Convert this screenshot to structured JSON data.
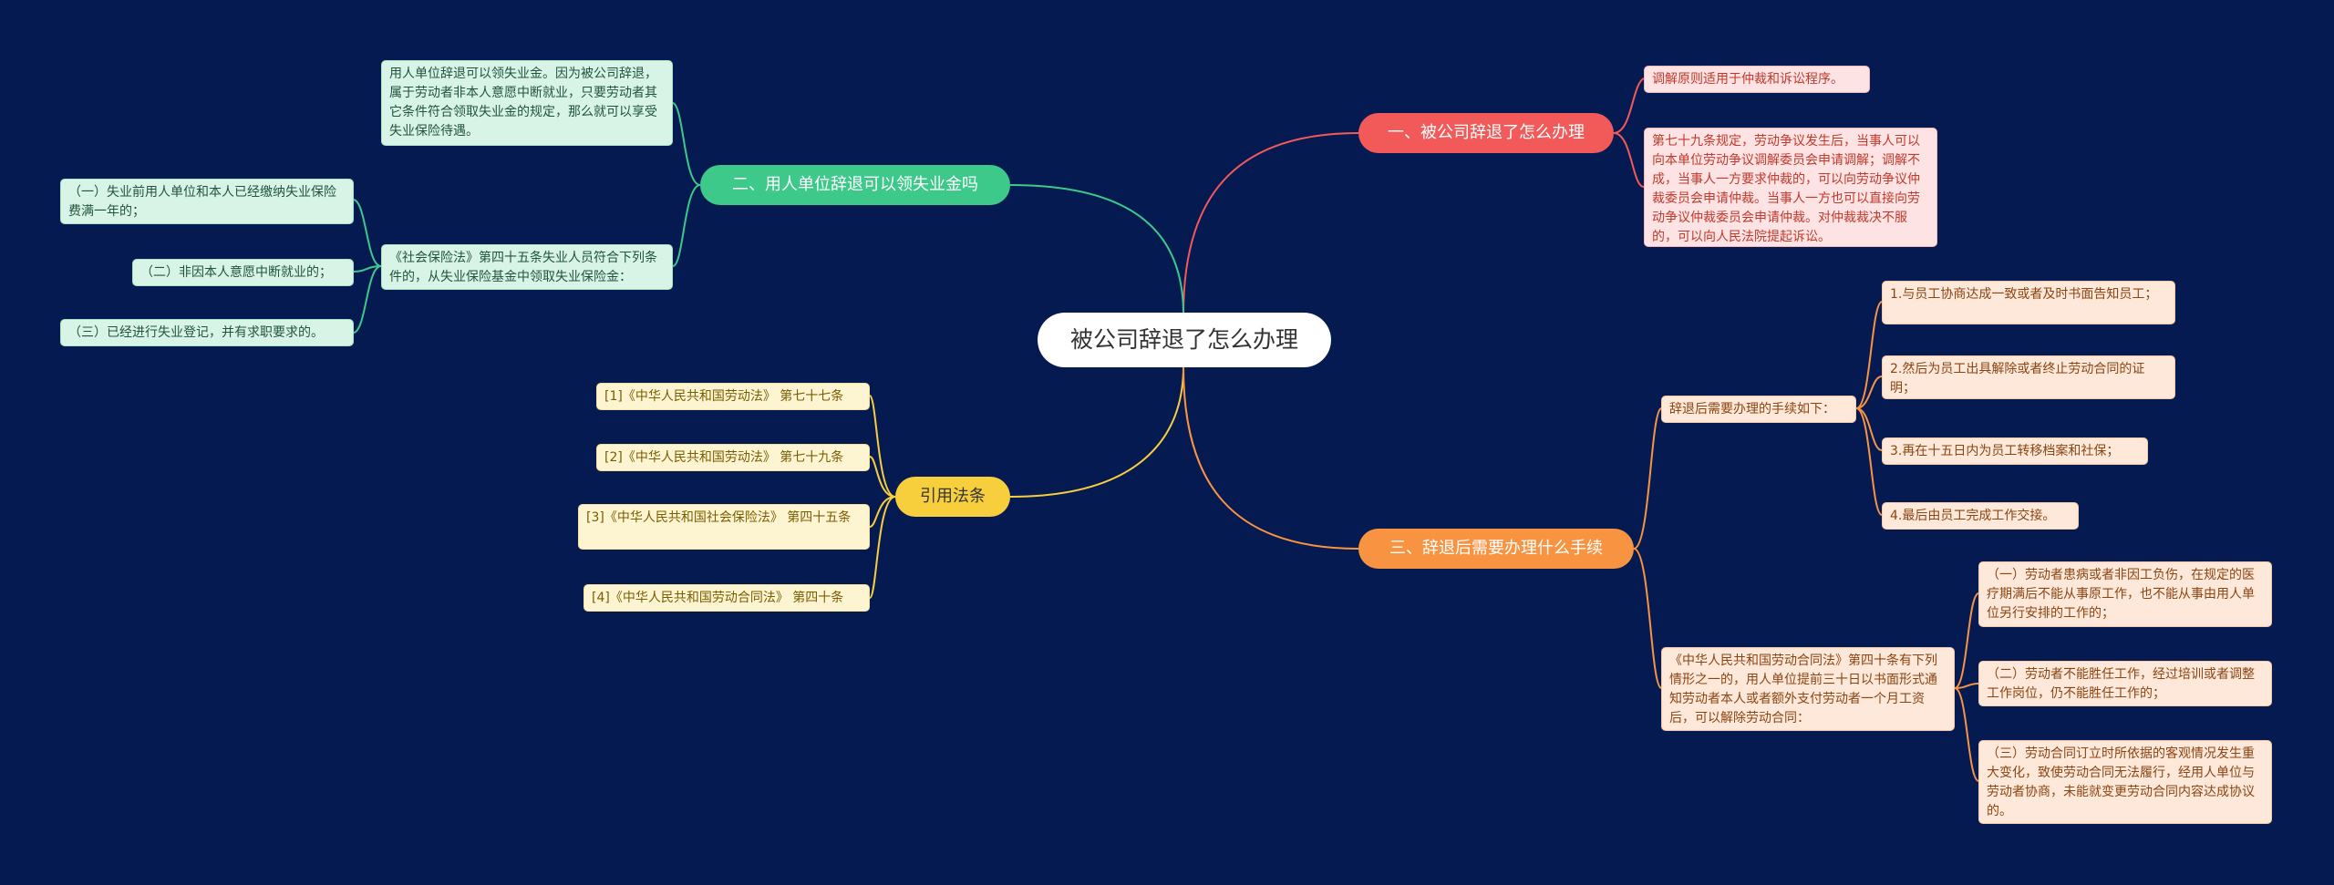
{
  "colors": {
    "background": "#061a52",
    "branch_red": "#f25a5a",
    "branch_green": "#3dc98a",
    "branch_yellow": "#f7cf3c",
    "branch_orange": "#f89441"
  },
  "root": {
    "text": "被公司辞退了怎么办理"
  },
  "branch1": {
    "title": "一、被公司辞退了怎么办理",
    "item1": "调解原则适用于仲裁和诉讼程序。",
    "item2": "第七十九条规定，劳动争议发生后，当事人可以向本单位劳动争议调解委员会申请调解；调解不成，当事人一方要求仲裁的，可以向劳动争议仲裁委员会申请仲裁。当事人一方也可以直接向劳动争议仲裁委员会申请仲裁。对仲裁裁决不服的，可以向人民法院提起诉讼。"
  },
  "branch2": {
    "title": "二、用人单位辞退可以领失业金吗",
    "item1": "用人单位辞退可以领失业金。因为被公司辞退，属于劳动者非本人意愿中断就业，只要劳动者其它条件符合领取失业金的规定，那么就可以享受失业保险待遇。",
    "item2": "《社会保险法》第四十五条失业人员符合下列条件的，从失业保险基金中领取失业保险金：",
    "sub1": "（一）失业前用人单位和本人已经缴纳失业保险费满一年的；",
    "sub2": "（二）非因本人意愿中断就业的；",
    "sub3": "（三）已经进行失业登记，并有求职要求的。"
  },
  "branch3": {
    "title": "引用法条",
    "item1": "[1]《中华人民共和国劳动法》 第七十七条",
    "item2": "[2]《中华人民共和国劳动法》 第七十九条",
    "item3": "[3]《中华人民共和国社会保险法》 第四十五条",
    "item4": "[4]《中华人民共和国劳动合同法》 第四十条"
  },
  "branch4": {
    "title": "三、辞退后需要办理什么手续",
    "item1": "辞退后需要办理的手续如下：",
    "step1": "1.与员工协商达成一致或者及时书面告知员工；",
    "step2": "2.然后为员工出具解除或者终止劳动合同的证明；",
    "step3": "3.再在十五日内为员工转移档案和社保；",
    "step4": "4.最后由员工完成工作交接。",
    "item2": "《中华人民共和国劳动合同法》第四十条有下列情形之一的，用人单位提前三十日以书面形式通知劳动者本人或者额外支付劳动者一个月工资后，可以解除劳动合同：",
    "case1": "（一）劳动者患病或者非因工负伤，在规定的医疗期满后不能从事原工作，也不能从事由用人单位另行安排的工作的；",
    "case2": "（二）劳动者不能胜任工作，经过培训或者调整工作岗位，仍不能胜任工作的；",
    "case3": "（三）劳动合同订立时所依据的客观情况发生重大变化，致使劳动合同无法履行，经用人单位与劳动者协商，未能就变更劳动合同内容达成协议的。"
  }
}
